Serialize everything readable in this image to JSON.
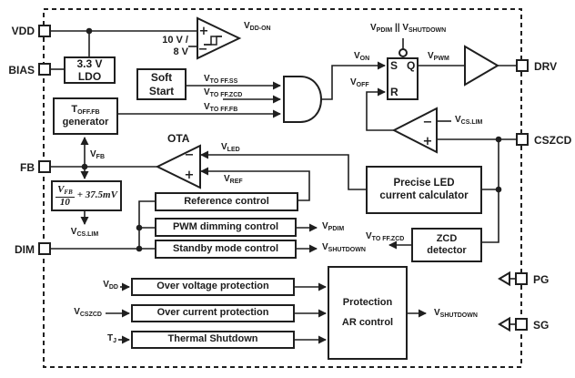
{
  "pins": {
    "vdd": "VDD",
    "bias": "BIAS",
    "fb": "FB",
    "dim": "DIM",
    "drv": "DRV",
    "cszcd": "CSZCD",
    "pg": "PG",
    "sg": "SG"
  },
  "blocks": {
    "ldo_line1": "3.3 V",
    "ldo_line2": "LDO",
    "soft_line1": "Soft",
    "soft_line2": "Start",
    "toff_main": "T",
    "toff_sub": "OFF.FB",
    "toff_line2": "generator",
    "reference": "Reference control",
    "pwm_dimming": "PWM dimming control",
    "standby": "Standby mode control",
    "over_voltage": "Over voltage protection",
    "over_current": "Over current protection",
    "thermal": "Thermal Shutdown",
    "precise_line1": "Precise LED",
    "precise_line2": "current calculator",
    "zcd_line1": "ZCD",
    "zcd_line2": "detector",
    "prot_line1": "Protection",
    "prot_line2": "AR control",
    "latch_s": "S",
    "latch_q": "Q",
    "latch_r": "R",
    "ota": "OTA",
    "threshold_line1": "10 V /",
    "threshold_line2": "8 V",
    "plus": "+",
    "minus": "−"
  },
  "formula": {
    "num_main": "V",
    "num_sub": "FB",
    "den": "10",
    "rest": "+ 37.5mV"
  },
  "signals": {
    "vdd_on": {
      "main": "V",
      "sub": "DD-ON"
    },
    "enable": {
      "p1": "V",
      "p1s": "PDIM",
      "sep": " || ",
      "p2": "V",
      "p2s": "SHUTDOWN"
    },
    "von": {
      "main": "V",
      "sub": "ON"
    },
    "voff": {
      "main": "V",
      "sub": "OFF"
    },
    "vpwm": {
      "main": "V",
      "sub": "PWM"
    },
    "vcslim": {
      "main": "V",
      "sub": "CS.LIM"
    },
    "vto_ffss": {
      "main": "V",
      "sub": "TO FF.SS"
    },
    "vto_ffzcd": {
      "main": "V",
      "sub": "TO FF.ZCD"
    },
    "vto_fffb": {
      "main": "V",
      "sub": "TO FF.FB"
    },
    "vfb": {
      "main": "V",
      "sub": "FB"
    },
    "vled": {
      "main": "V",
      "sub": "LED"
    },
    "vref": {
      "main": "V",
      "sub": "REF"
    },
    "vpdim": {
      "main": "V",
      "sub": "PDIM"
    },
    "vshutdown": {
      "main": "V",
      "sub": "SHUTDOWN"
    },
    "vdd": {
      "main": "V",
      "sub": "DD"
    },
    "vcszcd": {
      "main": "V",
      "sub": "CSZCD"
    },
    "tj": {
      "main": "T",
      "sub": "J"
    }
  }
}
